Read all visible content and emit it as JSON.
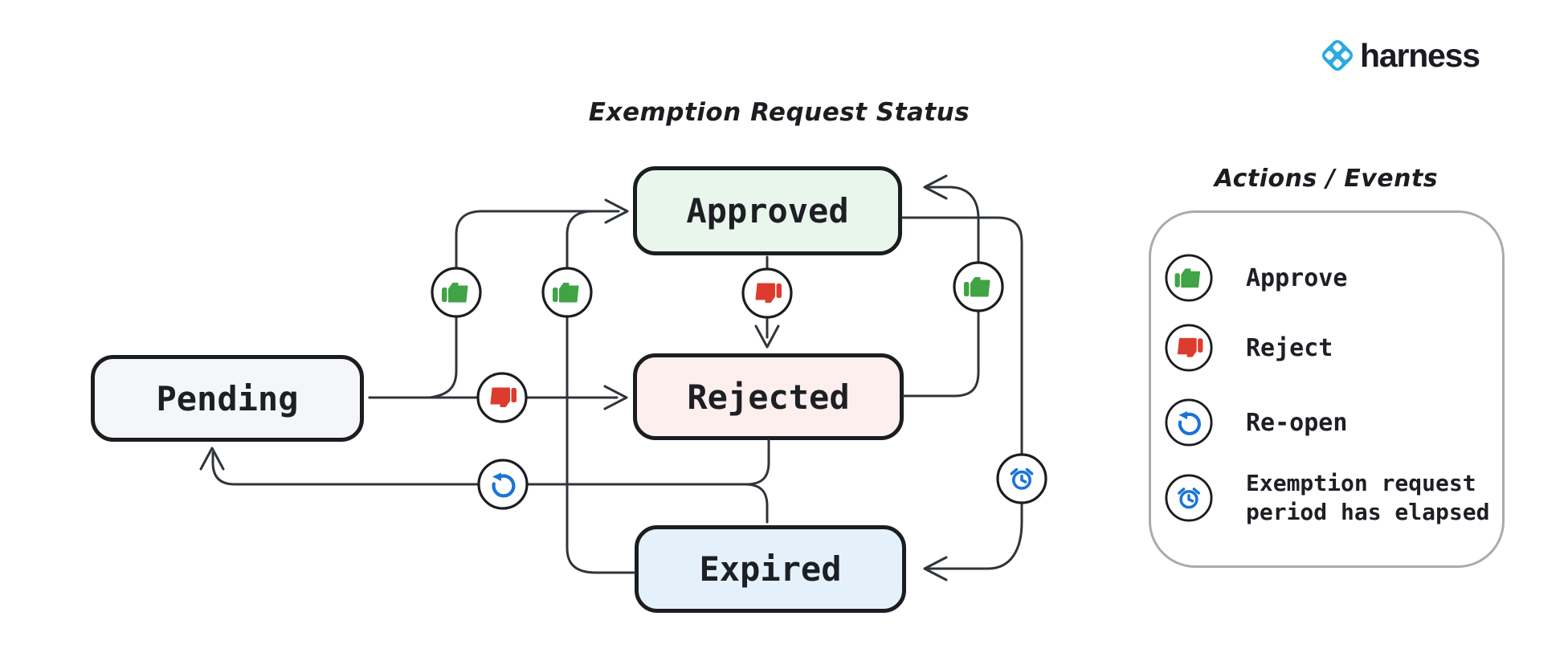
{
  "brand": {
    "name": "harness",
    "icon": "harness-logo-icon",
    "logo_blue": "#2BA9E0",
    "text_color": "#1B1B26"
  },
  "diagram": {
    "title": "Exemption Request Status",
    "states": [
      {
        "id": "pending",
        "label": "Pending",
        "fill": "#F4F6F8"
      },
      {
        "id": "approved",
        "label": "Approved",
        "fill": "#E9F6EC"
      },
      {
        "id": "rejected",
        "label": "Rejected",
        "fill": "#FCEFED"
      },
      {
        "id": "expired",
        "label": "Expired",
        "fill": "#E4F1FB"
      }
    ],
    "edges": [
      {
        "from": "Pending",
        "to": "Approved",
        "action": "Approve",
        "icon": "thumbs-up-icon"
      },
      {
        "from": "Pending",
        "to": "Rejected",
        "action": "Reject",
        "icon": "thumbs-down-icon"
      },
      {
        "from": "Approved",
        "to": "Rejected",
        "action": "Reject",
        "icon": "thumbs-down-icon"
      },
      {
        "from": "Rejected",
        "to": "Approved",
        "action": "Approve",
        "icon": "thumbs-up-icon"
      },
      {
        "from": "Expired",
        "to": "Approved",
        "action": "Approve",
        "icon": "thumbs-up-icon"
      },
      {
        "from": "Approved",
        "to": "Expired",
        "action": "Exemption request period has elapsed",
        "icon": "alarm-clock-icon"
      },
      {
        "from": "Rejected",
        "to": "Pending",
        "action": "Re-open",
        "icon": "reopen-icon"
      },
      {
        "from": "Expired",
        "to": "Pending",
        "action": "Re-open",
        "icon": "reopen-icon"
      }
    ]
  },
  "legend": {
    "title": "Actions / Events",
    "items": [
      {
        "icon": "thumbs-up-icon",
        "color": "#40A346",
        "label": "Approve"
      },
      {
        "icon": "thumbs-down-icon",
        "color": "#DC3C2E",
        "label": "Reject"
      },
      {
        "icon": "reopen-icon",
        "color": "#1B74D4",
        "label": "Re-open"
      },
      {
        "icon": "alarm-clock-icon",
        "color": "#1B74D4",
        "label": "Exemption request\nperiod has elapsed"
      }
    ]
  },
  "colors": {
    "approve_green": "#40A346",
    "reject_red": "#DC3C2E",
    "event_blue": "#1B74D4",
    "wire": "#30343B",
    "box_border": "#1B1D21",
    "legend_border": "#ABABAB"
  }
}
